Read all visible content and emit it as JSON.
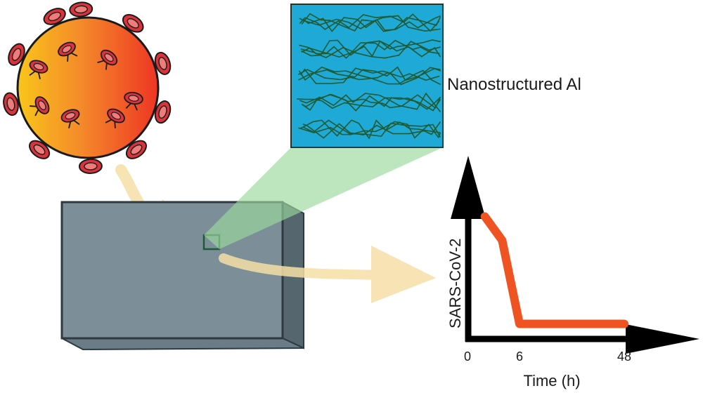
{
  "labels": {
    "surface": "Nanostructured Al",
    "y_axis": "SARS-CoV-2",
    "x_axis": "Time (h)",
    "ticks": [
      "0",
      "6",
      "48"
    ]
  },
  "icons": [
    "virus-icon",
    "aluminum-block-icon",
    "nanostructure-zoom-icon",
    "transfer-arrow-icon",
    "decay-graph-icon"
  ],
  "colors": {
    "virus_fill_start": "#f9c51a",
    "virus_fill_end": "#ee3524",
    "spike": "#d9343c",
    "block_face": "#7c8f99",
    "block_side": "#56666f",
    "zoom_bg": "#1fa9d6",
    "zoom_fiber": "#1e5a33",
    "zoom_beam": "#9ad89d",
    "arrow": "#f6dfa6",
    "curve": "#f05322",
    "axis": "#000000"
  },
  "chart_data": {
    "type": "line",
    "xlabel": "Time (h)",
    "ylabel": "SARS-CoV-2",
    "x_ticks": [
      0,
      6,
      48
    ],
    "series": [
      {
        "x": [
          2,
          4,
          6,
          48
        ],
        "y": [
          0.95,
          0.75,
          0.05,
          0.05
        ]
      }
    ]
  }
}
